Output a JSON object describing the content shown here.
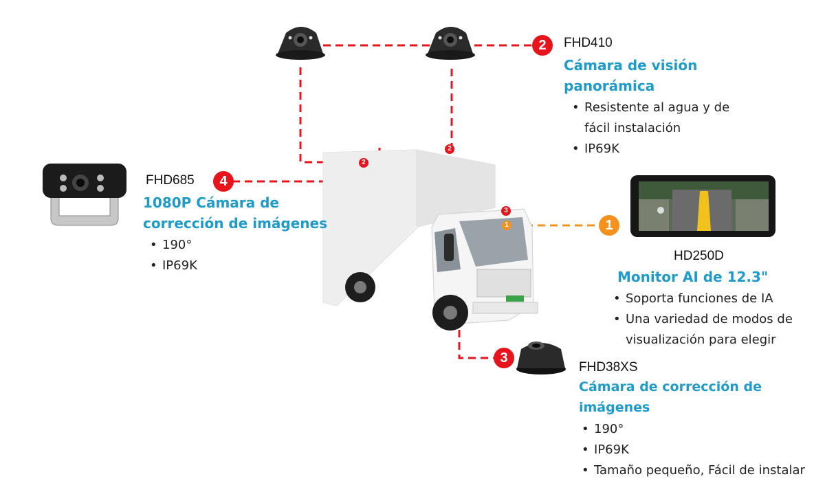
{
  "products": [
    {
      "model": "FHD410",
      "title_lines": [
        "Cámara de visión",
        "panorámica"
      ],
      "features": [
        "Resistente al agua y de",
        "fácil instalación",
        "IP69K"
      ],
      "badge": "2"
    },
    {
      "model": "FHD685",
      "title_lines": [
        "1080P Cámara de",
        "corrección de imágenes"
      ],
      "features": [
        "190°",
        "IP69K"
      ],
      "badge": "4"
    },
    {
      "model": "HD250D",
      "title_lines": [
        "Monitor AI de 12.3\""
      ],
      "features": [
        "Soporta funciones de IA",
        "Una variedad de modos de",
        "visualización para elegir"
      ],
      "badge": "1"
    },
    {
      "model": "FHD38XS",
      "title_lines": [
        "Cámara de corrección de imágenes"
      ],
      "features": [
        "190°",
        "IP69K",
        "Tamaño pequeño, Fácil de instalar"
      ],
      "badge": "3"
    }
  ],
  "truck_markers": [
    "2",
    "2",
    "3",
    "1"
  ],
  "colors": {
    "red": "#e8141c",
    "orange": "#f5921e",
    "title": "#1e9bc8"
  }
}
